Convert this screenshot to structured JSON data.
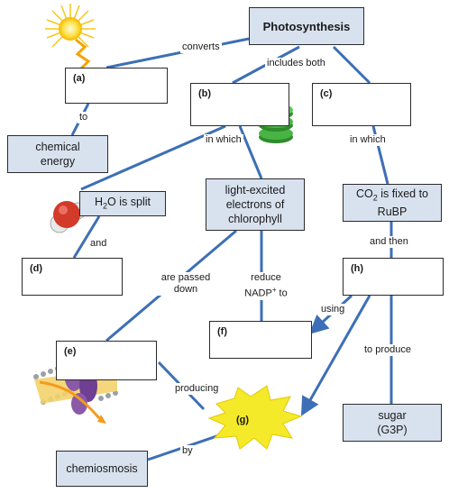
{
  "title": "Photosynthesis",
  "boxes": {
    "a": "(a)",
    "b": "(b)",
    "c": "(c)",
    "d": "(d)",
    "e": "(e)",
    "f": "(f)",
    "g": "(g)",
    "h": "(h)",
    "chemical_energy": "chemical energy",
    "water_split_pre": "H",
    "water_split_sub": "2",
    "water_split_post": "O is split",
    "light_excited": "light-excited electrons of chlorophyll",
    "co2_pre": "CO",
    "co2_sub": "2",
    "co2_post": " is fixed to RuBP",
    "chemiosmosis": "chemiosmosis",
    "sugar": "sugar (G3P)"
  },
  "links": {
    "converts": "converts",
    "includes_both": "includes both",
    "to": "to",
    "in_which_b": "in which",
    "in_which_c": "in which",
    "and": "and",
    "and_then": "and then",
    "are_passed_down": "are passed down",
    "reduce_nadp_pre": "reduce",
    "reduce_nadp_mid": "NADP",
    "reduce_nadp_sup": "+",
    "reduce_nadp_post": " to",
    "using": "using",
    "to_produce": "to produce",
    "producing": "producing",
    "by": "by"
  },
  "colors": {
    "line": "#3d6fb6",
    "filled_box": "#d8e2ef",
    "sun": "#f7c816",
    "burst": "#f4ea2a",
    "thylakoid": "#3aa935"
  }
}
